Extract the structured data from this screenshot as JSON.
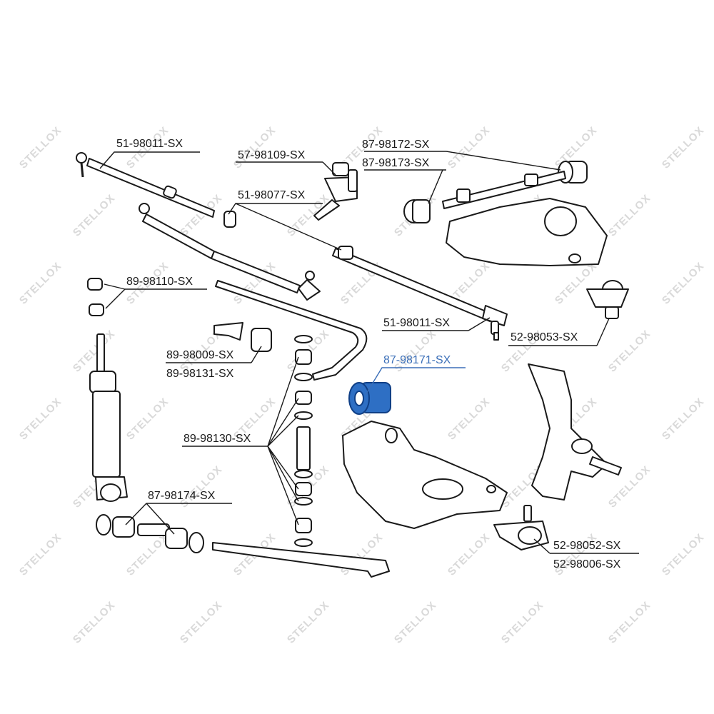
{
  "watermark": "STELLOX",
  "labels": [
    {
      "id": "51-98011-SX-top",
      "text": "51-98011-SX"
    },
    {
      "id": "57-98109-SX",
      "text": "57-98109-SX"
    },
    {
      "id": "87-98172-SX",
      "text": "87-98172-SX"
    },
    {
      "id": "87-98173-SX",
      "text": "87-98173-SX"
    },
    {
      "id": "51-98077-SX",
      "text": "51-98077-SX"
    },
    {
      "id": "89-98110-SX",
      "text": "89-98110-SX"
    },
    {
      "id": "51-98011-SX-mid",
      "text": "51-98011-SX"
    },
    {
      "id": "52-98053-SX",
      "text": "52-98053-SX"
    },
    {
      "id": "89-98009-SX",
      "text": "89-98009-SX"
    },
    {
      "id": "89-98131-SX",
      "text": "89-98131-SX"
    },
    {
      "id": "87-98171-SX",
      "text": "87-98171-SX",
      "highlight": true
    },
    {
      "id": "89-98130-SX",
      "text": "89-98130-SX"
    },
    {
      "id": "87-98174-SX",
      "text": "87-98174-SX"
    },
    {
      "id": "52-98052-SX",
      "text": "52-98052-SX"
    },
    {
      "id": "52-98006-SX",
      "text": "52-98006-SX"
    }
  ],
  "colors": {
    "highlight": "#3b6fb8",
    "line": "#1a1a1a",
    "watermark": "#d9d9d9"
  }
}
